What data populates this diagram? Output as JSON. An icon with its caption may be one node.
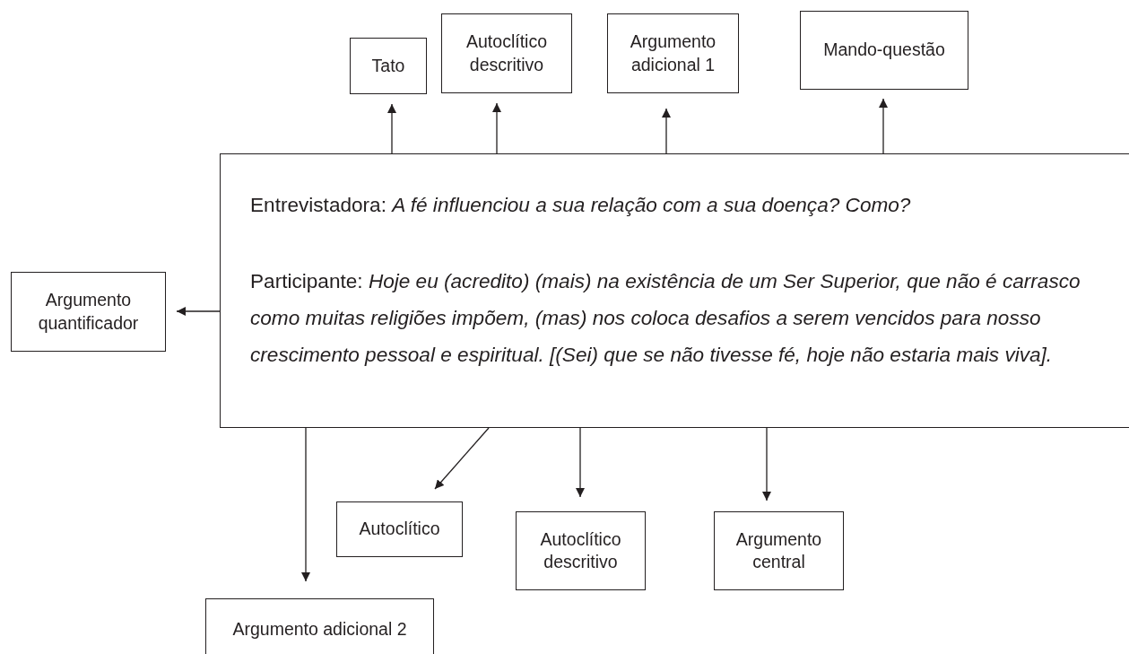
{
  "diagram": {
    "nodes": [
      {
        "text": [
          "Tato"
        ]
      },
      {
        "text": [
          "Autoclítico descritivo"
        ]
      },
      {
        "text": [
          "Argumento adicional 1"
        ]
      },
      {
        "text": [
          "Mando-questão"
        ]
      },
      {
        "text": [
          "Entrevistadora: *A fé influenciou a sua relação com a sua doença? Como?*",
          "Participante: *Hoje eu (acredito) (mais) na existência de um Ser Superior, que não é carrasco como muitas religiões impõem, (mas) nos coloca desafios a serem vencidos para nosso crescimento pessoal e espiritual. [(Sei) que se não tivesse fé, hoje não estaria mais viva].*"
        ]
      },
      {
        "text": [
          "Argumento quantificador"
        ]
      },
      {
        "text": [
          "Autoclítico"
        ]
      },
      {
        "text": [
          "Autoclítico descritivo"
        ]
      },
      {
        "text": [
          "Argumento central"
        ]
      },
      {
        "text": [
          "Argumento adicional 2"
        ]
      }
    ],
    "edges": [
      {
        "from": 4,
        "to": 0,
        "arrow": "to"
      },
      {
        "from": 4,
        "to": 1,
        "arrow": "to"
      },
      {
        "from": 4,
        "to": 2,
        "arrow": "to"
      },
      {
        "from": 4,
        "to": 3,
        "arrow": "to"
      },
      {
        "from": 4,
        "to": 5,
        "arrow": "to"
      },
      {
        "from": 4,
        "to": 6,
        "arrow": "to"
      },
      {
        "from": 4,
        "to": 7,
        "arrow": "to"
      },
      {
        "from": 4,
        "to": 8,
        "arrow": "to"
      },
      {
        "from": 4,
        "to": 9,
        "arrow": "to"
      }
    ]
  }
}
